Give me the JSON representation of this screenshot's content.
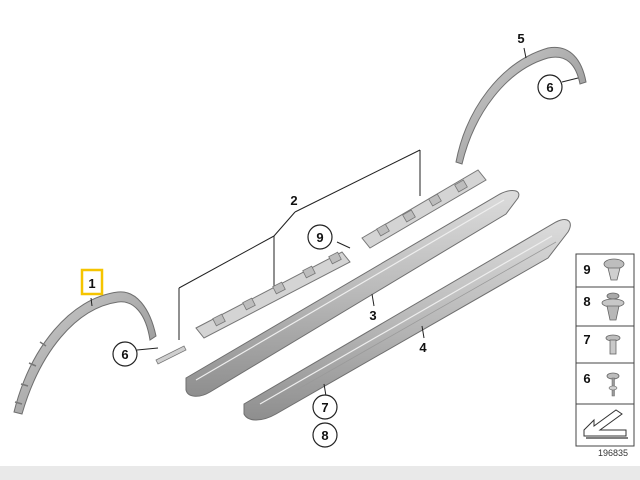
{
  "diagram": {
    "callouts": {
      "part_1": "1",
      "part_2": "2",
      "part_3": "3",
      "part_4": "4",
      "part_5": "5",
      "circle_6_front": "6",
      "circle_6_rear": "6",
      "circle_9": "9",
      "circle_7": "7",
      "circle_8": "8"
    },
    "legend": [
      {
        "label": "9",
        "icon": "push-clip-icon"
      },
      {
        "label": "8",
        "icon": "expanding-rivet-icon"
      },
      {
        "label": "7",
        "icon": "rivet-pin-icon"
      },
      {
        "label": "6",
        "icon": "screw-clip-icon"
      }
    ],
    "arrow_icon": "direction-arrow-icon",
    "reference_number": "196835",
    "colors": {
      "highlight": "#f5c400",
      "part_fill": "#c8c8c8",
      "part_stroke": "#7a7a7a"
    }
  }
}
